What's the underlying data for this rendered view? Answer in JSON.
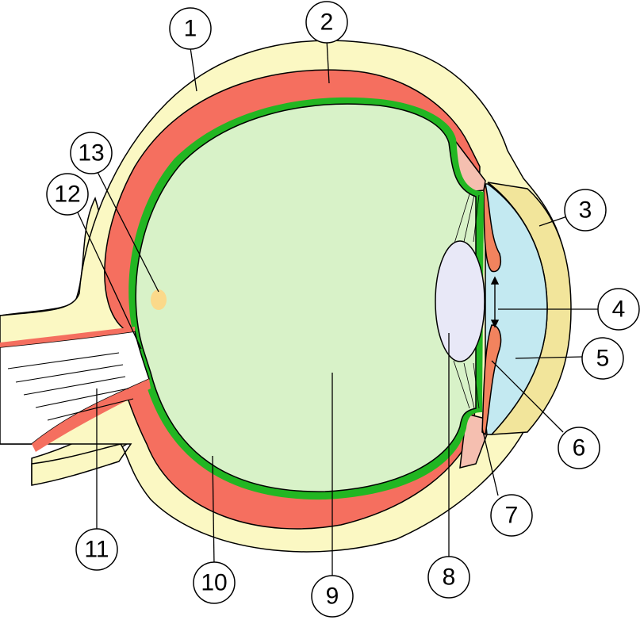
{
  "colors": {
    "sclera": "#fbf8c3",
    "choroid": "#f56f5f",
    "retina": "#22b622",
    "vitreous": "#d8f2c8",
    "cornea": "#f2e59b",
    "aqueous": "#c3e9f1",
    "lens": "#e8e8f7",
    "iris": "#f2835e",
    "ciliary": "#f5bfb0",
    "spot": "#fbd98a",
    "outline": "#000000"
  },
  "labels": [
    "1",
    "2",
    "3",
    "4",
    "5",
    "6",
    "7",
    "8",
    "9",
    "10",
    "11",
    "12",
    "13"
  ]
}
